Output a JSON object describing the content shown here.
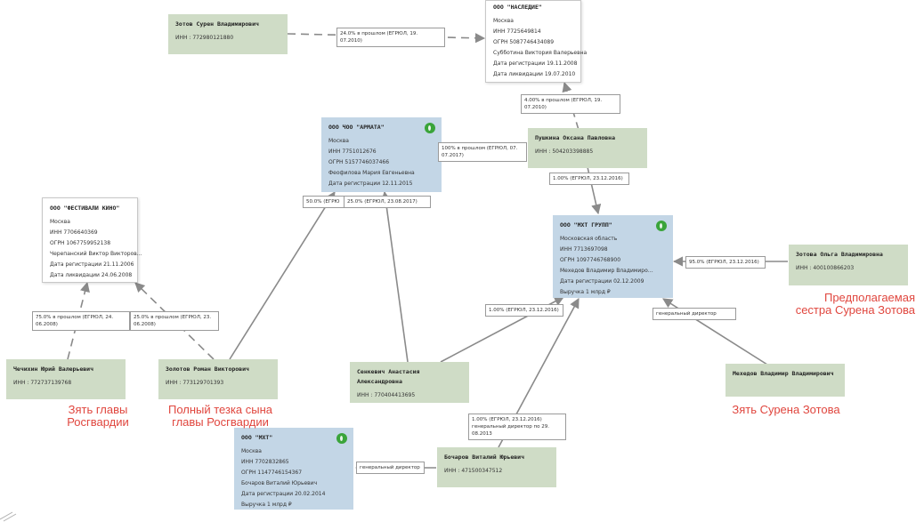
{
  "nodes": {
    "zotov_suren": {
      "name": "Зотов Сурен Владимирович",
      "lines": [
        "ИНН : 772980121880"
      ]
    },
    "nasledie": {
      "name": "ООО \"НАСЛЕДИЕ\"",
      "lines": [
        "Москва",
        "ИНН 7725649814",
        "ОГРН 5087746434089",
        "Субботина Виктория Валерьевна",
        "Дата регистрации 19.11.2008",
        "Дата ликвидации 19.07.2010"
      ]
    },
    "armata": {
      "name": "ООО ЧОО \"АРМАТА\"",
      "lines": [
        "Москва",
        "ИНН 7751012676",
        "ОГРН 5157746037466",
        "Феофилова Мария Евгеньевна",
        "Дата регистрации 12.11.2015"
      ]
    },
    "pushkina": {
      "name": "Пушкина Оксана Павловна",
      "lines": [
        "ИНН : 504203398885"
      ]
    },
    "festivali": {
      "name": "ООО \"ФЕСТИВАЛИ КИНО\"",
      "lines": [
        "Москва",
        "ИНН 7706640369",
        "ОГРН 1067759952138",
        "Черепанский Виктор Викторов…",
        "Дата регистрации 21.11.2006",
        "Дата ликвидации 24.06.2008"
      ]
    },
    "mht_grupp": {
      "name": "ООО \"МХТ ГРУПП\"",
      "lines": [
        "Московская область",
        "ИНН 7713697098",
        "ОГРН 1097746768900",
        "Мехедов Владимир Владимиро…",
        "Дата регистрации 02.12.2009",
        "Выручка 1 млрд ₽"
      ]
    },
    "zotova_olga": {
      "name": "Зотова Ольга Владимировна",
      "lines": [
        "ИНН : 400100866203"
      ]
    },
    "chechikin": {
      "name": "Чечихин Юрий Валерьевич",
      "lines": [
        "ИНН : 772737139768"
      ]
    },
    "zolotov": {
      "name": "Золотов Роман Викторович",
      "lines": [
        "ИНН : 773129701393"
      ]
    },
    "senkevich": {
      "name": "Сенкевич Анастасия Александровна",
      "lines": [
        "ИНН : 770404413695"
      ]
    },
    "mehedov": {
      "name": "Мехедов Владимир Владимирович",
      "lines": []
    },
    "mht": {
      "name": "ООО \"МХТ\"",
      "lines": [
        "Москва",
        "ИНН 7702832865",
        "ОГРН 1147746154367",
        "Бочаров Виталий Юрьевич",
        "Дата регистрации 20.02.2014",
        "Выручка 1 млрд ₽"
      ]
    },
    "bocharov": {
      "name": "Бочаров Виталий Юрьевич",
      "lines": [
        "ИНН : 471500347512"
      ]
    }
  },
  "edge_labels": {
    "zotov_nasledie": "24.0% в прошлом (ЕГРЮЛ, 19.\n07.2010)",
    "pushkina_nasledie": "4.00% в прошлом (ЕГРЮЛ, 19.\n07.2010)",
    "pushkina_armata": "100% в прошлом (ЕГРЮЛ, 07.\n07.2017)",
    "pushkina_mht_grupp": "1.00% (ЕГРЮЛ, 23.12.2016)",
    "zolotov_armata": "50.0% (ЕГРЮ",
    "senkevich_armata": "25.0% (ЕГРЮЛ, 23.08.2017)",
    "chechikin_festivali": "75.0% в прошлом (ЕГРЮЛ, 24.\n06.2008)",
    "zolotov_festivali": "25.0% в прошлом (ЕГРЮЛ, 23.\n06.2008)",
    "zotova_mht_grupp": "95.0% (ЕГРЮЛ, 23.12.2016)",
    "senkevich_mht_grupp": "1.00% (ЕГРЮЛ, 23.12.2016)",
    "mehedov_mht_grupp": "генеральный директор",
    "bocharov_mht_grupp": "1.00% (ЕГРЮЛ, 23.12.2016)\nгенеральный директор по 29.\n08.2013",
    "bocharov_mht": "генеральный директор"
  },
  "annotations": {
    "zotova_olga": "Предполагаемая\nсестра Сурена Зотова",
    "chechikin": "Зять главы\nРосгвардии",
    "zolotov": "Полный тезка сына\nглавы Росгвардии",
    "mehedov": "Зять Сурена Зотова"
  },
  "colors": {
    "person": "#cfdcc6",
    "company_active": "#c3d6e6",
    "company_closed": "#ffffff",
    "edge": "#8a8a8a",
    "annotation": "#e0463e",
    "badge": "#3aa43a"
  },
  "icons": {
    "active_badge": "active-status-icon"
  }
}
